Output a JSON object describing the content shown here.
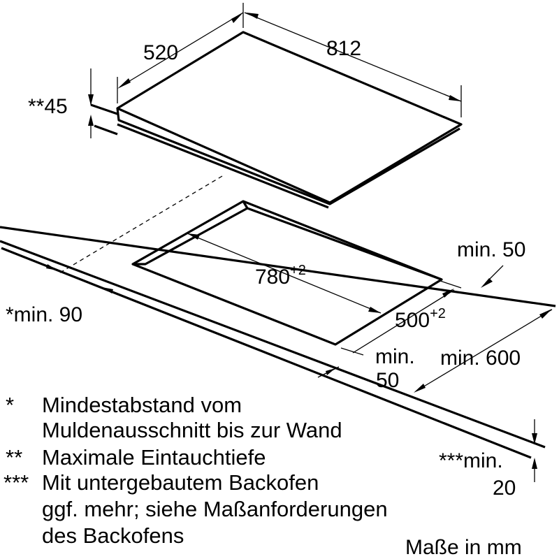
{
  "dimensions": {
    "hob_depth": "520",
    "hob_width": "812",
    "insertion_depth": "**45",
    "cutout_width": "780",
    "cutout_width_tol": "+2",
    "cutout_depth": "500",
    "cutout_depth_tol": "+2",
    "min_right": "min. 50",
    "min_wall": "*min. 90",
    "min_front_line1": "min.",
    "min_front_line2": "50",
    "min_depth_600": "min. 600",
    "min_below_line1": "***min.",
    "min_below_line2": "20"
  },
  "legend": [
    {
      "marker": "*",
      "lines": [
        "Mindestabstand vom",
        "Muldenausschnitt bis zur Wand"
      ]
    },
    {
      "marker": "**",
      "lines": [
        "Maximale Eintauchtiefe"
      ]
    },
    {
      "marker": "***",
      "lines": [
        "Mit untergebautem Backofen",
        "ggf. mehr; siehe Maßanforderungen",
        "des Backofens"
      ]
    }
  ],
  "units_note": "Maße in mm"
}
